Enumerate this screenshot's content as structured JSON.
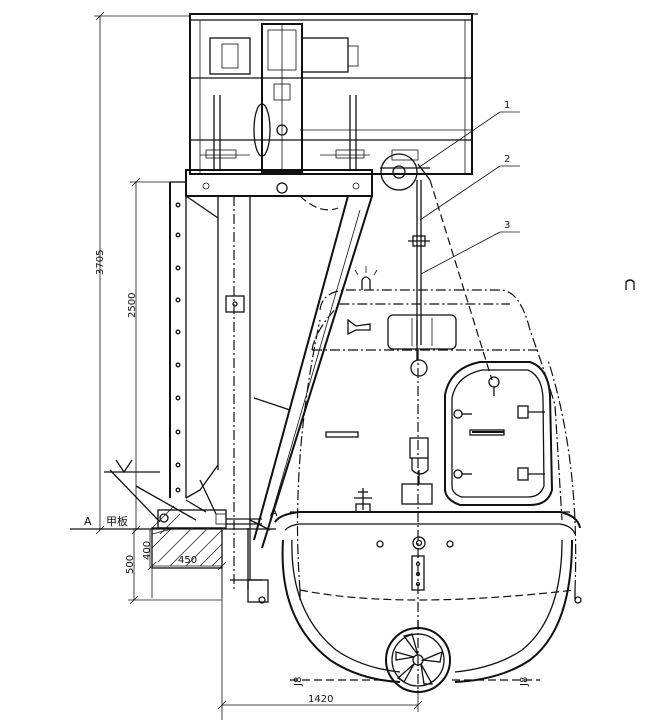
{
  "callouts": [
    "1",
    "2",
    "3"
  ],
  "dimensions": {
    "overall_height": "3705",
    "davit_height": "2500",
    "lower_height": "500",
    "base_height": "400",
    "base_width": "450",
    "bottom_width": "1420"
  },
  "labels": {
    "section_left": "A",
    "section_right": "A",
    "deck": "甲板",
    "rudder_mark_left": "J8",
    "rudder_mark_right": "J8"
  }
}
